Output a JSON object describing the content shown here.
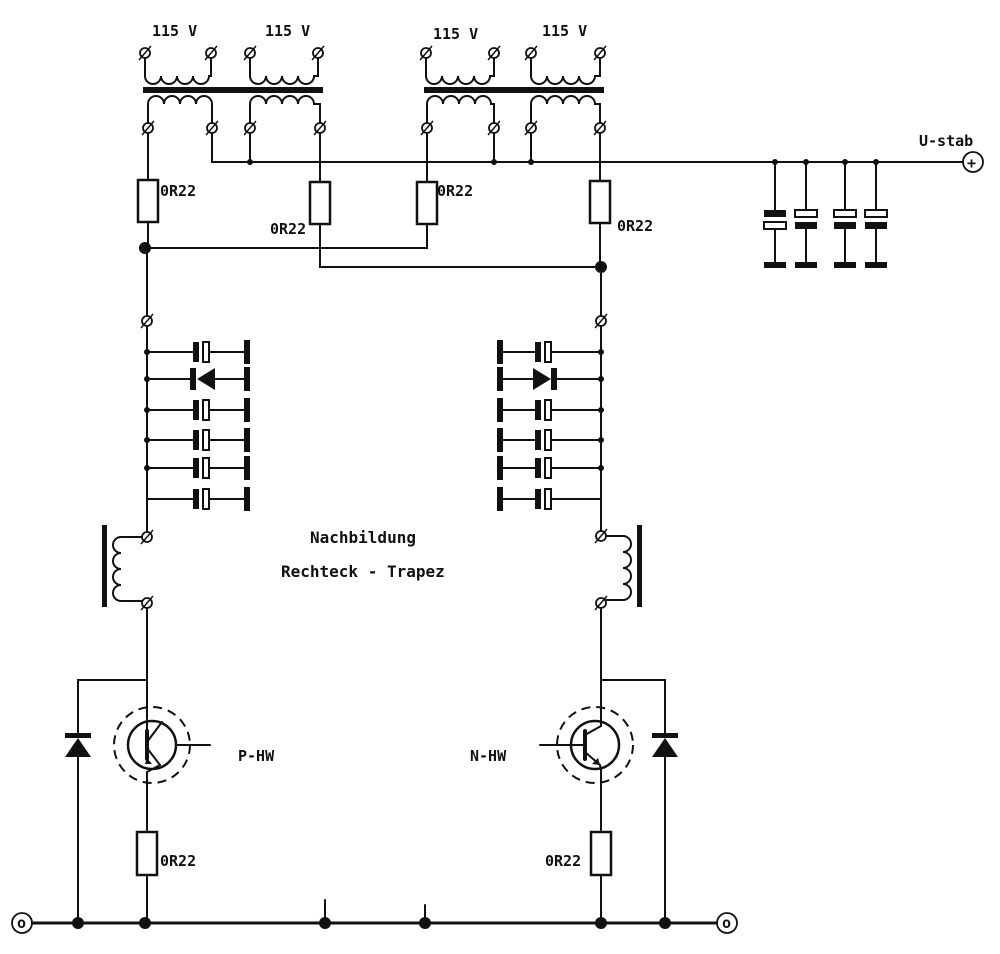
{
  "transformers": [
    {
      "primary_left_label": "115 V",
      "primary_right_label": "115 V"
    },
    {
      "primary_left_label": "115 V",
      "primary_right_label": "115 V"
    }
  ],
  "supply": {
    "output_label": "U-stab",
    "plus_symbol": "+"
  },
  "resistors": {
    "r1": "0R22",
    "r2": "0R22",
    "r3": "0R22",
    "r4": "0R22",
    "emitter_left": "0R22",
    "emitter_right": "0R22"
  },
  "center_text": {
    "line1": "Nachbildung",
    "line2": "Rechteck - Trapez"
  },
  "transistors": {
    "left": "P-HW",
    "right": "N-HW"
  },
  "bottom_terminals": {
    "left_symbol": "o",
    "right_symbol": "o"
  }
}
